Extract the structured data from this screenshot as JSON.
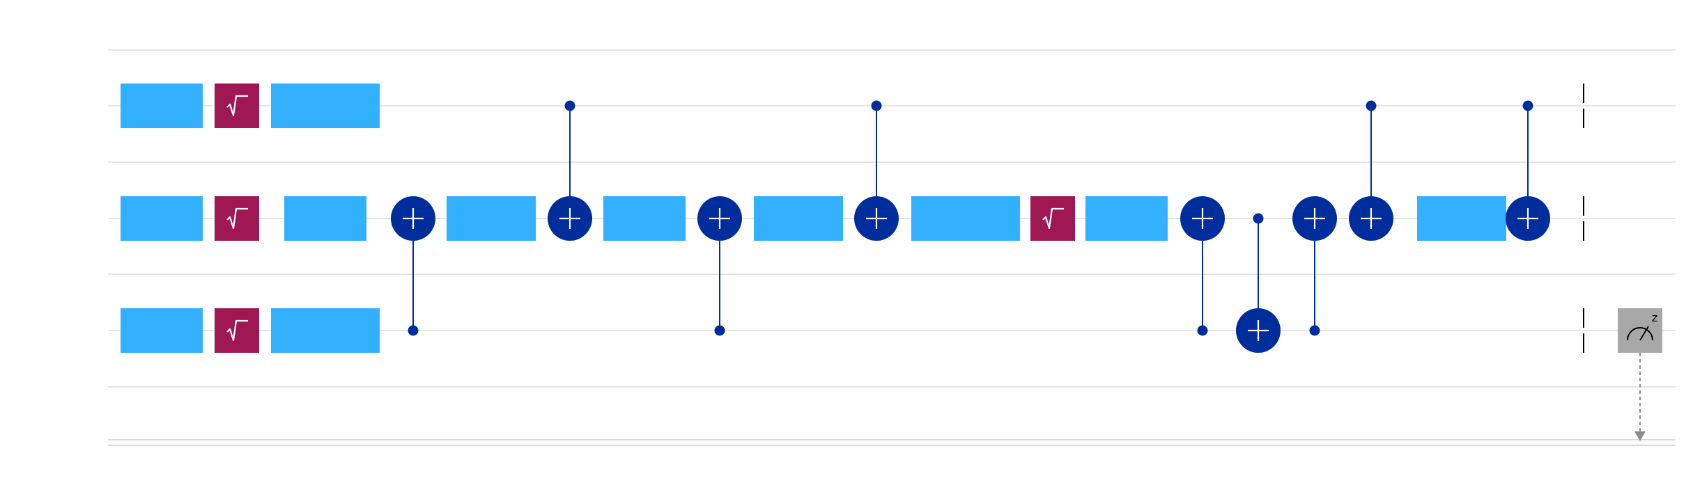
{
  "colors": {
    "background": "#ffffff",
    "wire": "#dddddd",
    "classical_wire": "#cfcfcf",
    "gate_fill": "#33b1ff",
    "sqrt_gate_fill": "#9f1853",
    "control": "#002d9c",
    "measure_fill": "#a8a8a8",
    "barrier": "#000000",
    "measure_arrow": "#8d8d8d",
    "icon_stroke": "#ffffff"
  },
  "measure": {
    "basis_label": "z",
    "icon": "meter-icon"
  },
  "gates": [
    {
      "type": "box",
      "qubit": 0,
      "column": 0
    },
    {
      "type": "sqrt",
      "qubit": 0,
      "column": 1
    },
    {
      "type": "box",
      "qubit": 0,
      "column": 2
    },
    {
      "type": "box",
      "qubit": 1,
      "column": 0
    },
    {
      "type": "sqrt",
      "qubit": 1,
      "column": 1
    },
    {
      "type": "box",
      "qubit": 1,
      "column": 2
    },
    {
      "type": "box",
      "qubit": 2,
      "column": 0
    },
    {
      "type": "sqrt",
      "qubit": 2,
      "column": 1
    },
    {
      "type": "box",
      "qubit": 2,
      "column": 2
    },
    {
      "type": "cnot",
      "control": 2,
      "target": 1,
      "column": 3
    },
    {
      "type": "box",
      "qubit": 1,
      "column": 4
    },
    {
      "type": "cnot",
      "control": 0,
      "target": 1,
      "column": 5
    },
    {
      "type": "box",
      "qubit": 1,
      "column": 6
    },
    {
      "type": "cnot",
      "control": 2,
      "target": 1,
      "column": 7
    },
    {
      "type": "box",
      "qubit": 1,
      "column": 8
    },
    {
      "type": "cnot",
      "control": 0,
      "target": 1,
      "column": 9
    },
    {
      "type": "box",
      "qubit": 1,
      "column": 10
    },
    {
      "type": "sqrt",
      "qubit": 1,
      "column": 11
    },
    {
      "type": "box",
      "qubit": 1,
      "column": 12
    },
    {
      "type": "cnot",
      "control": 2,
      "target": 1,
      "column": 13
    },
    {
      "type": "cnot",
      "control": 1,
      "target": 2,
      "column": 14
    },
    {
      "type": "cnot",
      "control": 2,
      "target": 1,
      "column": 15
    },
    {
      "type": "cnot",
      "control": 0,
      "target": 1,
      "column": 16
    },
    {
      "type": "box",
      "qubit": 1,
      "column": 17
    },
    {
      "type": "cnot",
      "control": 0,
      "target": 1,
      "column": 18
    },
    {
      "type": "barrier",
      "qubits": [
        0,
        1,
        2
      ],
      "column": 19
    },
    {
      "type": "measure",
      "qubit": 2,
      "clbit": 0,
      "column": 20
    }
  ]
}
